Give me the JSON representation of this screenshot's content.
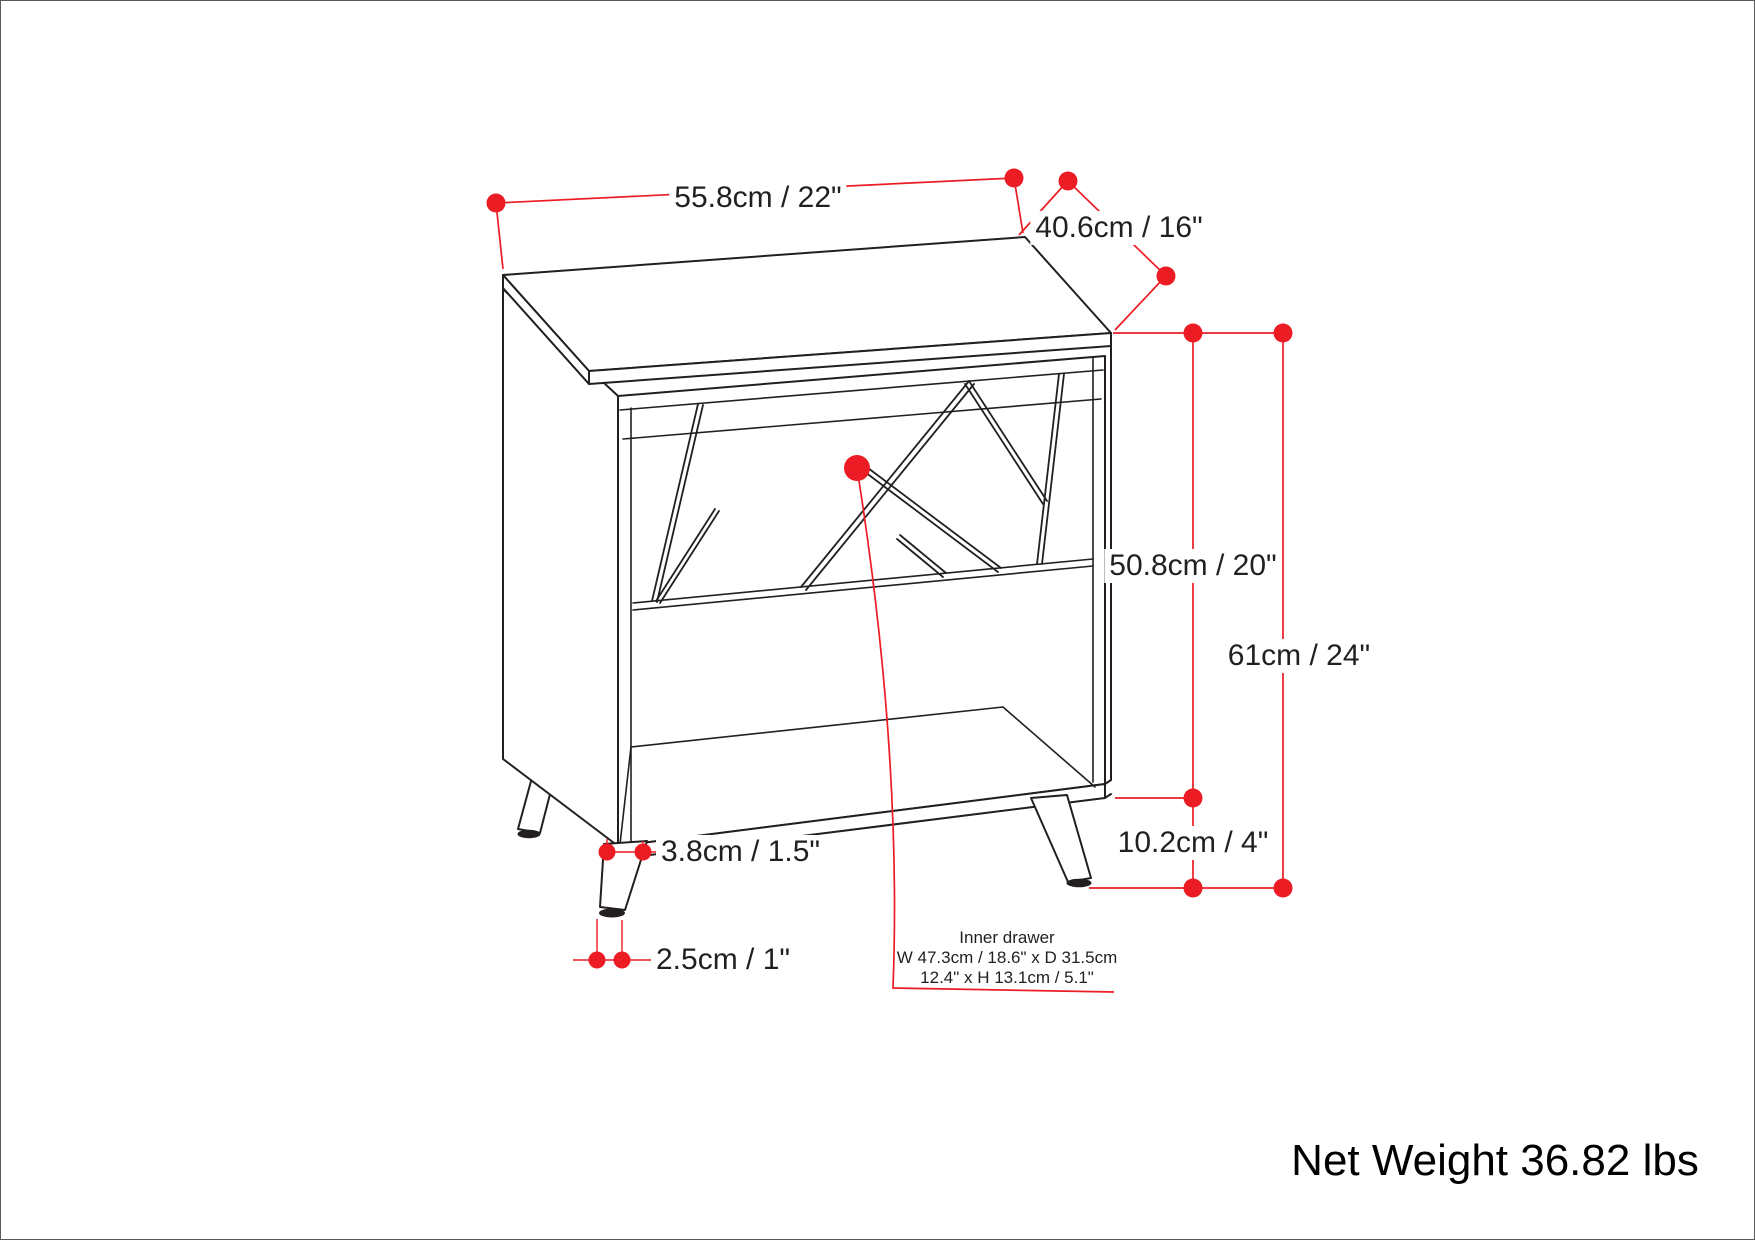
{
  "colors": {
    "accent": "#ec1c24",
    "ink": "#231f20",
    "background": "#ffffff",
    "border": "#58595b"
  },
  "dims": {
    "top_width": "55.8cm / 22\"",
    "depth": "40.6cm / 16\"",
    "cabinet_height": "50.8cm / 20\"",
    "total_height": "61cm / 24\"",
    "leg_height": "10.2cm / 4\"",
    "leg_top_width": "3.8cm / 1.5\"",
    "foot_width": "2.5cm / 1\""
  },
  "inner_drawer_note": {
    "title": "Inner drawer",
    "line2": "W 47.3cm / 18.6\" x D 31.5cm",
    "line3": "12.4\" x H 13.1cm / 5.1\""
  },
  "net_weight": "Net Weight 36.82 lbs"
}
